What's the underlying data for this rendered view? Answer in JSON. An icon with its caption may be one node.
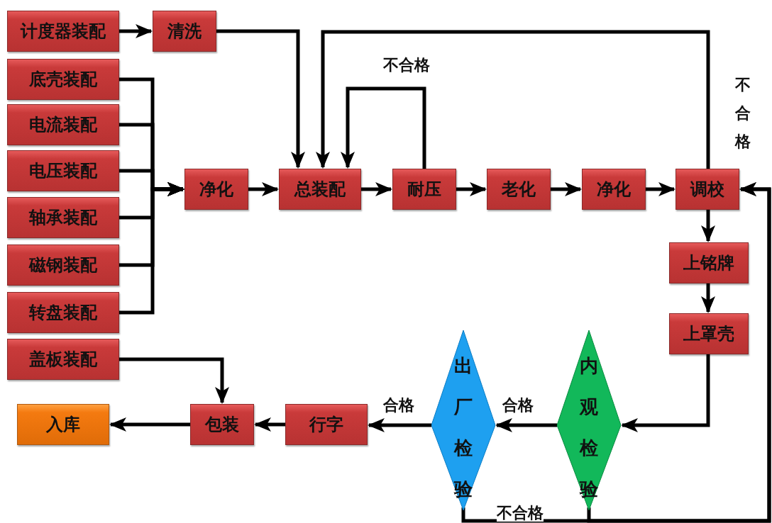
{
  "diagram": {
    "nodes": [
      {
        "text": [
          "计度器装配"
        ]
      },
      {
        "text": [
          "清洗"
        ]
      },
      {
        "text": [
          "底壳装配"
        ]
      },
      {
        "text": [
          "电流装配"
        ]
      },
      {
        "text": [
          "电压装配"
        ]
      },
      {
        "text": [
          "轴承装配"
        ]
      },
      {
        "text": [
          "磁钢装配"
        ]
      },
      {
        "text": [
          "转盘装配"
        ]
      },
      {
        "text": [
          "盖板装配"
        ]
      },
      {
        "text": [
          "净化"
        ]
      },
      {
        "text": [
          "总装配"
        ]
      },
      {
        "text": [
          "耐压"
        ]
      },
      {
        "text": [
          "老化"
        ]
      },
      {
        "text": [
          "净化"
        ]
      },
      {
        "text": [
          "调校"
        ]
      },
      {
        "text": [
          "上铭牌"
        ]
      },
      {
        "text": [
          "上罩壳"
        ]
      },
      {
        "text": [
          "出厂检验"
        ]
      },
      {
        "text": [
          "内观检验"
        ]
      },
      {
        "text": [
          "行字"
        ]
      },
      {
        "text": [
          "包装"
        ]
      },
      {
        "text": [
          "入库"
        ]
      }
    ],
    "edges": [
      {
        "from": 0,
        "to": 1,
        "arrow": "to"
      },
      {
        "from": 2,
        "to": 9,
        "arrow": "to"
      },
      {
        "from": 3,
        "to": 9,
        "arrow": "to"
      },
      {
        "from": 4,
        "to": 9,
        "arrow": "to"
      },
      {
        "from": 5,
        "to": 9,
        "arrow": "to"
      },
      {
        "from": 6,
        "to": 9,
        "arrow": "to"
      },
      {
        "from": 7,
        "to": 9,
        "arrow": "to"
      },
      {
        "from": 1,
        "to": 10,
        "arrow": "to"
      },
      {
        "from": 9,
        "to": 10,
        "arrow": "to"
      },
      {
        "from": 10,
        "to": 11,
        "arrow": "to"
      },
      {
        "from": 11,
        "to": 12,
        "arrow": "to"
      },
      {
        "from": 11,
        "to": 10,
        "arrow": "to",
        "label": "不合格"
      },
      {
        "from": 12,
        "to": 13,
        "arrow": "to"
      },
      {
        "from": 13,
        "to": 14,
        "arrow": "to"
      },
      {
        "from": 14,
        "to": 10,
        "arrow": "to",
        "label": "不合格"
      },
      {
        "from": 14,
        "to": 15,
        "arrow": "to"
      },
      {
        "from": 15,
        "to": 16,
        "arrow": "to"
      },
      {
        "from": 16,
        "to": 18,
        "arrow": "to"
      },
      {
        "from": 18,
        "to": 17,
        "arrow": "to",
        "label": "合格"
      },
      {
        "from": 17,
        "to": 19,
        "arrow": "to",
        "label": "合格"
      },
      {
        "from": 19,
        "to": 20,
        "arrow": "to"
      },
      {
        "from": 8,
        "to": 20,
        "arrow": "to"
      },
      {
        "from": 20,
        "to": 21,
        "arrow": "to"
      },
      {
        "from": 17,
        "to": 14,
        "arrow": "to",
        "label": "不合格"
      },
      {
        "from": 18,
        "to": 14,
        "arrow": "to"
      }
    ]
  }
}
